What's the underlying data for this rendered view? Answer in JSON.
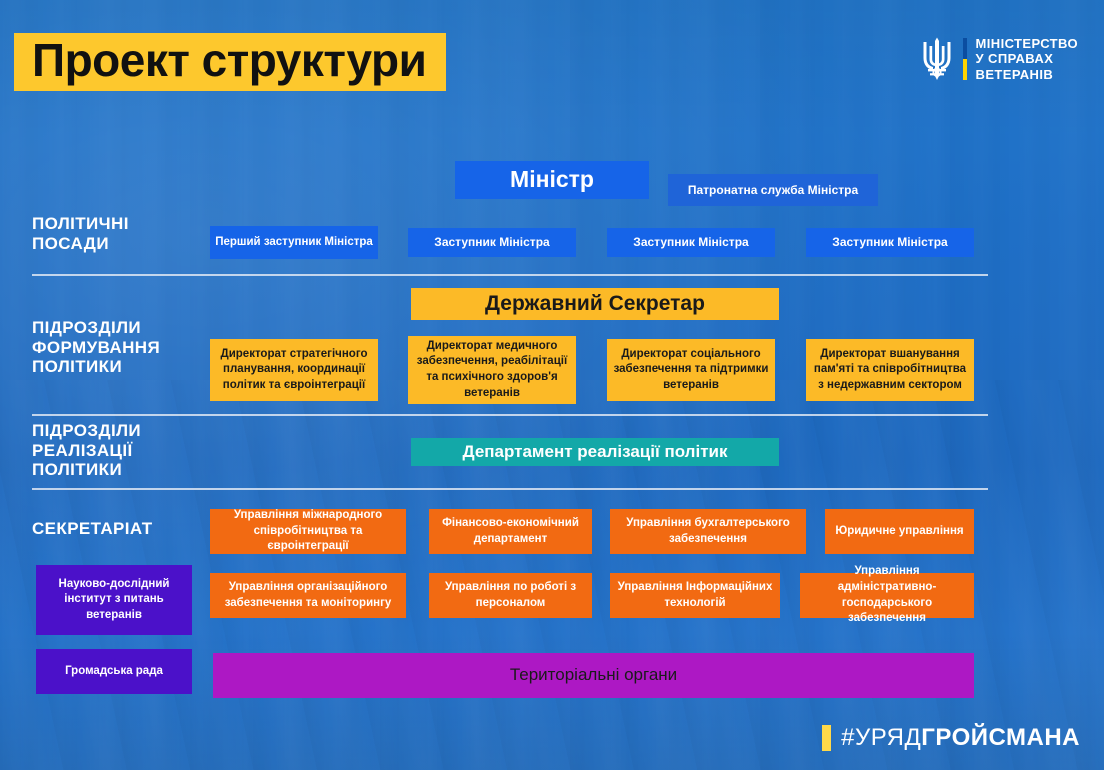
{
  "slide": {
    "title": "Проект структури",
    "background_color": "#1f6fc6",
    "title_banner_color": "#fdc82d"
  },
  "logo": {
    "icon": "ukraine-trident-icon",
    "line1": "МІНІСТЕРСТВО",
    "line2": "У СПРАВАХ",
    "line3": "ВЕТЕРАНІВ"
  },
  "sections": {
    "political": {
      "label_line1": "ПОЛІТИЧНІ",
      "label_line2": "ПОСАДИ"
    },
    "policy_forming": {
      "label_line1": "ПІДРОЗДІЛИ",
      "label_line2": "ФОРМУВАННЯ",
      "label_line3": "ПОЛІТИКИ"
    },
    "policy_implementation": {
      "label_line1": "ПІДРОЗДІЛИ",
      "label_line2": "РЕАЛІЗАЦІЇ",
      "label_line3": "ПОЛІТИКИ"
    },
    "secretariat": {
      "label": "СЕКРЕТАРІАТ"
    }
  },
  "nodes": {
    "minister": "Міністр",
    "patronage_service": "Патронатна служба Міністра",
    "first_deputy": "Перший заступник Міністра",
    "deputy_1": "Заступник Міністра",
    "deputy_2": "Заступник Міністра",
    "deputy_3": "Заступник Міністра",
    "state_secretary": "Державний Секретар",
    "directorate_1": "Директорат стратегічного планування, координації політик та євроінтеграції",
    "directorate_2": "Директорат медичного забезпечення, реабілітації та психічного здоров'я ветеранів",
    "directorate_3": "Директорат соціального забезпечення та  підтримки ветеранів",
    "directorate_4": "Директорат вшанування пам'яті та співробітництва з недержавним сектором",
    "implementation_department": "Департамент реалізації політик",
    "unit_intl": "Управління міжнародного співробітництва та євроінтеграції",
    "unit_finance": "Фінансово-економічний департамент",
    "unit_accounting": "Управління бухгалтерського забезпечення",
    "unit_legal": "Юридичне управління",
    "unit_org": "Управління організаційного забезпечення та моніторингу",
    "unit_hr": "Управління по роботі з персоналом",
    "unit_it": "Управління Інформаційних технологій",
    "unit_admin": "Управління адміністративно-господарського забезпечення",
    "research_institute": "Науково-дослідний інститут з питань ветеранів",
    "public_council": "Громадська рада",
    "territorial_bodies": "Територіальні органи"
  },
  "footer": {
    "hashtag_thin": "#УРЯД",
    "hashtag_bold": "ГРОЙСМАНА"
  }
}
